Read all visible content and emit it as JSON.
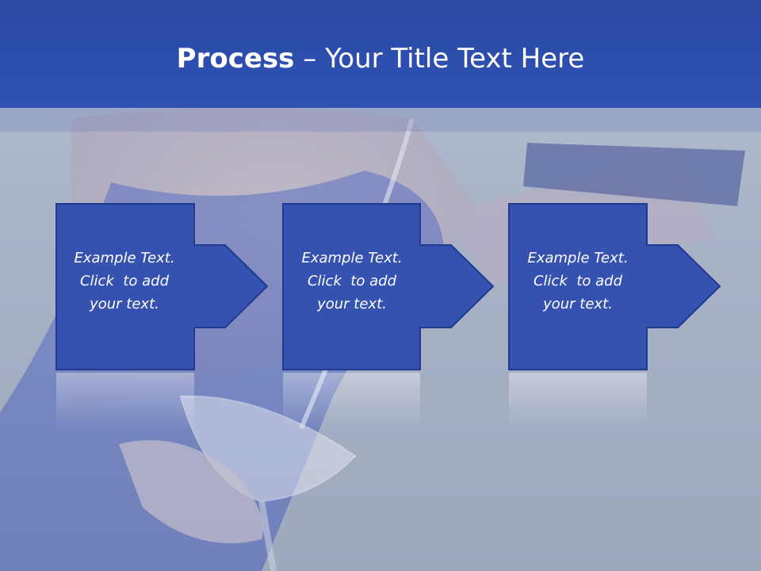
{
  "slide": {
    "title_bold": "Process",
    "title_separator": " – ",
    "title_rest": "Your Title Text Here"
  },
  "process_steps": [
    {
      "line1": "Example Text.",
      "line2": "Click  to add",
      "line3": "your text."
    },
    {
      "line1": "Example Text.",
      "line2": "Click  to add",
      "line3": "your text."
    },
    {
      "line1": "Example Text.",
      "line2": "Click  to add",
      "line3": "your text."
    }
  ],
  "colors": {
    "title_bar": "#2f52b4",
    "box_fill": "#3552b0",
    "box_border": "#1f3a8f",
    "text": "#ffffff"
  }
}
